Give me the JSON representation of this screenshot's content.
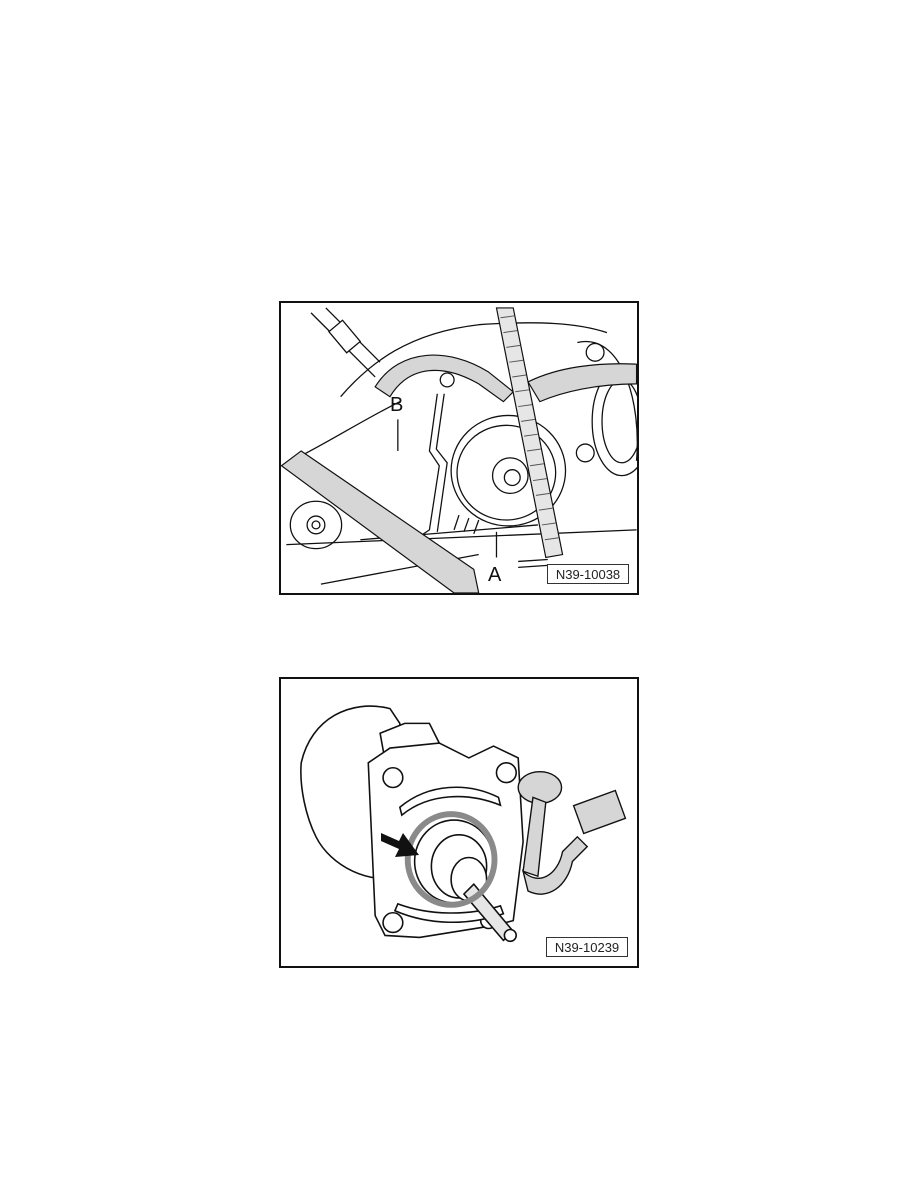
{
  "page": {
    "background": "#ffffff"
  },
  "figures": [
    {
      "id": "N39-10038",
      "description": "Engine bay line drawing showing component A with wiring harness and bracket B",
      "callouts": [
        {
          "label": "B"
        },
        {
          "label": "A"
        }
      ]
    },
    {
      "id": "N39-10239",
      "description": "Line drawing of motor/actuator flange with shaft seal indicated by black arrow and electrical connector",
      "indicator": "arrow-icon"
    }
  ]
}
